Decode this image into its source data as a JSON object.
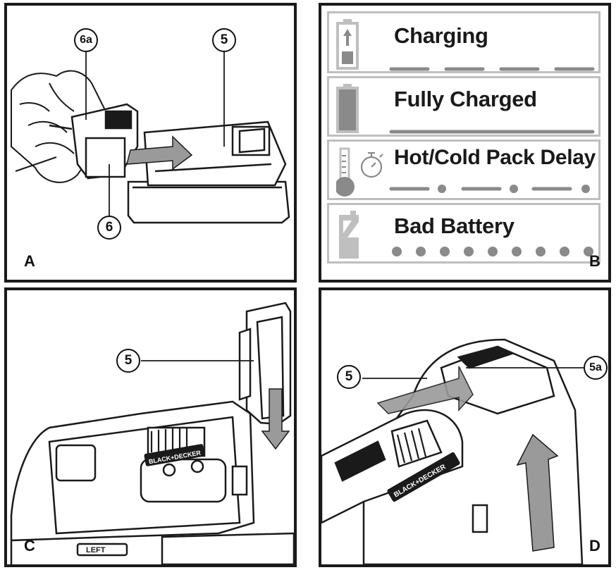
{
  "panels": {
    "a": {
      "letter": "A",
      "callouts": [
        "6a",
        "5",
        "6"
      ]
    },
    "b": {
      "letter": "B",
      "rows": [
        {
          "label": "Charging",
          "indicator": "dashes"
        },
        {
          "label": "Fully Charged",
          "indicator": "solid"
        },
        {
          "label": "Hot/Cold Pack Delay",
          "indicator": "dash-dot"
        },
        {
          "label": "Bad Battery",
          "indicator": "dots"
        }
      ]
    },
    "c": {
      "letter": "C",
      "callouts": [
        "5"
      ],
      "brand": "BLACK+DECKER",
      "switch_text": "LEFT"
    },
    "d": {
      "letter": "D",
      "callouts": [
        "5",
        "5a"
      ],
      "brand": "BLACK+DECKER"
    }
  },
  "icons": {
    "charging": "battery-charging-icon",
    "full": "battery-full-icon",
    "hotcold": "thermometer-icon",
    "timer": "stopwatch-icon",
    "bad": "battery-bad-icon"
  },
  "colors": {
    "line": "#1a1a1a",
    "gray": "#bfbfbf",
    "arrow": "#9a9a9a"
  }
}
